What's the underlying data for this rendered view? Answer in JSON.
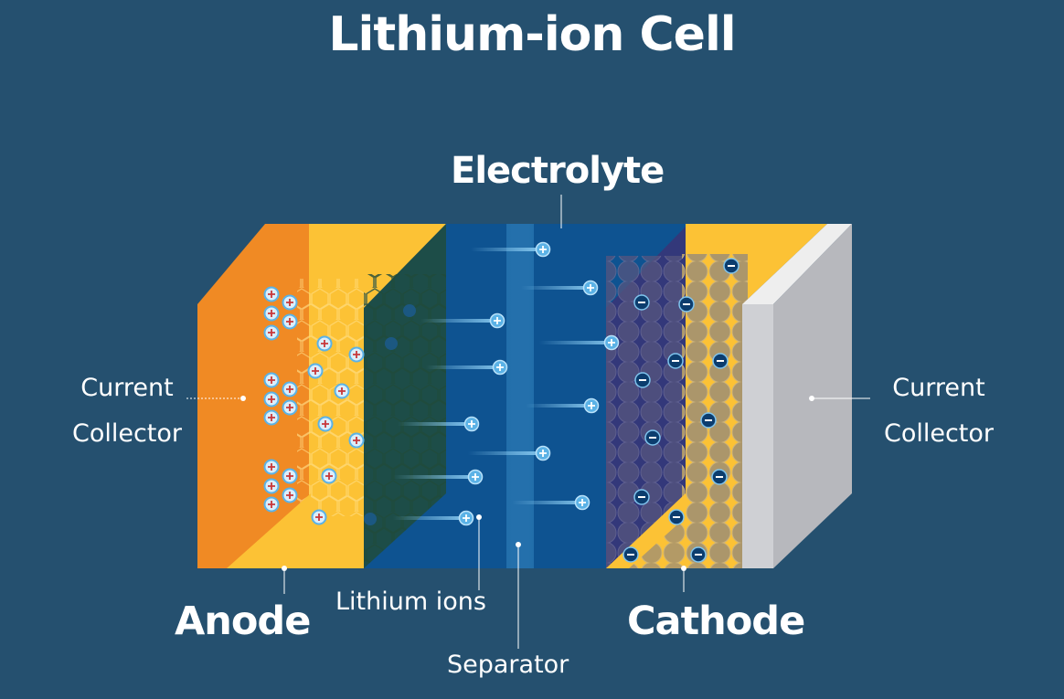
{
  "title": "Lithium-ion Cell",
  "labels": {
    "electrolyte": "Electrolyte",
    "anode": "Anode",
    "cathode": "Cathode",
    "lithium_ions": "Lithium ions",
    "separator": "Separator",
    "current_collector_left": [
      "Current",
      "Collector"
    ],
    "current_collector_right": [
      "Current",
      "Collector"
    ]
  },
  "colors": {
    "background": "#25506f",
    "anode_collector": "#f08a24",
    "anode": "#fcc235",
    "electrolyte": "#0e5391",
    "separator": "#1e6ea8",
    "cathode_particles": "#a8956c",
    "cathode_collector": "#d7d8dc",
    "lithium_ion": "#5bb2e6",
    "electron": "#0c3d6e"
  },
  "icons": [
    "lithium-ion-plus-icon",
    "electron-minus-icon",
    "leader-dot-icon"
  ]
}
